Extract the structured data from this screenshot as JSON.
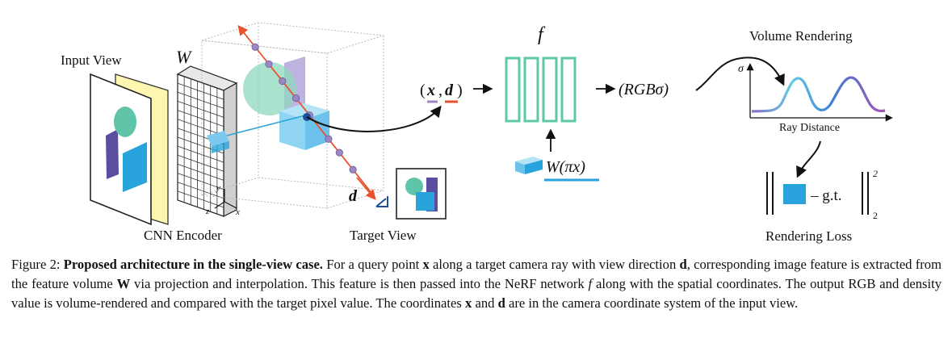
{
  "figure": {
    "labels": {
      "input_view": "Input View",
      "w_symbol": "W",
      "cnn_encoder": "CNN Encoder",
      "target_view": "Target View",
      "d_symbol": "d",
      "axis_x": "x",
      "axis_y": "y",
      "axis_z": "z",
      "f_symbol": "f",
      "query_open": "(",
      "query_x": "x",
      "query_comma": ",",
      "query_d": "d",
      "query_close": ")",
      "output": "(RGBσ)",
      "feature_label": "W(πx)",
      "volume_rendering": "Volume Rendering",
      "sigma_symbol": "σ",
      "ray_distance": "Ray Distance",
      "gt_label": "– g.t.",
      "norm_sub": "2",
      "norm_sup": "2",
      "rendering_loss": "Rendering Loss"
    },
    "colors": {
      "mlp": "#5cc8a6",
      "ray": "#e8532f",
      "ray_point": "#9d87c2",
      "cyan": "#29a3dc",
      "navy": "#1e4e9c",
      "teal_shape": "#5fc4a8",
      "purple_shape": "#5b4ea0",
      "paper": "#fdf6b0",
      "underline_purple": "#9a84c2",
      "underline_red": "#e8532f"
    }
  },
  "caption": {
    "prefix": "Figure 2:",
    "title": "Proposed architecture in the single-view case.",
    "s1a": "For a query point",
    "sym_x": "x",
    "s1b": "along a target camera ray with view direction",
    "sym_d": "d",
    "s1c": ", corresponding image feature is extracted from the feature volume",
    "sym_W": "W",
    "s1d": "via projection and interpolation. This feature is then passed into the NeRF network",
    "sym_f": "f",
    "s2": "along with the spatial coordinates. The output RGB and density value is volume-rendered and compared with the target pixel value. The coordinates",
    "sym_x2": "x",
    "s3": "and",
    "sym_d2": "d",
    "s4": "are in the camera coordinate system of the input view."
  }
}
